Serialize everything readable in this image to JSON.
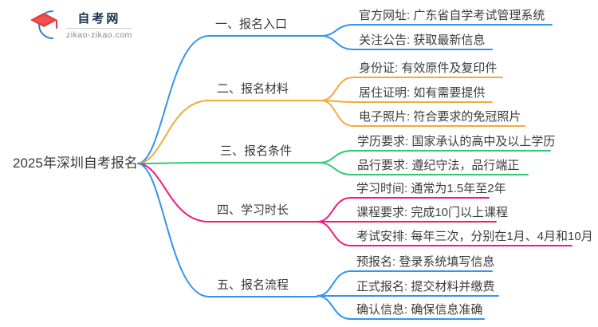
{
  "logo": {
    "site_name": "自考网",
    "site_url": "zikao-zikao.com"
  },
  "root": {
    "title": "2025年深圳自考报名"
  },
  "colors": {
    "blue": "#3295f0",
    "orange": "#f3a93c",
    "green": "#2ecc71",
    "pink": "#ee1d7d",
    "text": "#3c3c3c"
  },
  "branches": [
    {
      "label": "一、报名入口",
      "color": "#3295f0",
      "children": [
        "官方网址: 广东省自学考试管理系统",
        "关注公告: 获取最新信息"
      ]
    },
    {
      "label": "二、报名材料",
      "color": "#f3a93c",
      "children": [
        "身份证: 有效原件及复印件",
        "居住证明: 如有需要提供",
        "电子照片: 符合要求的免冠照片"
      ]
    },
    {
      "label": "三、报名条件",
      "color": "#2ecc71",
      "children": [
        "学历要求: 国家承认的高中及以上学历",
        "品行要求: 遵纪守法，品行端正"
      ]
    },
    {
      "label": "四、学习时长",
      "color": "#ee1d7d",
      "children": [
        "学习时间: 通常为1.5年至2年",
        "课程要求: 完成10门以上课程",
        "考试安排: 每年三次，分别在1月、4月和10月"
      ]
    },
    {
      "label": "五、报名流程",
      "color": "#3295f0",
      "children": [
        "预报名: 登录系统填写信息",
        "正式报名: 提交材料并缴费",
        "确认信息: 确保信息准确"
      ]
    }
  ]
}
